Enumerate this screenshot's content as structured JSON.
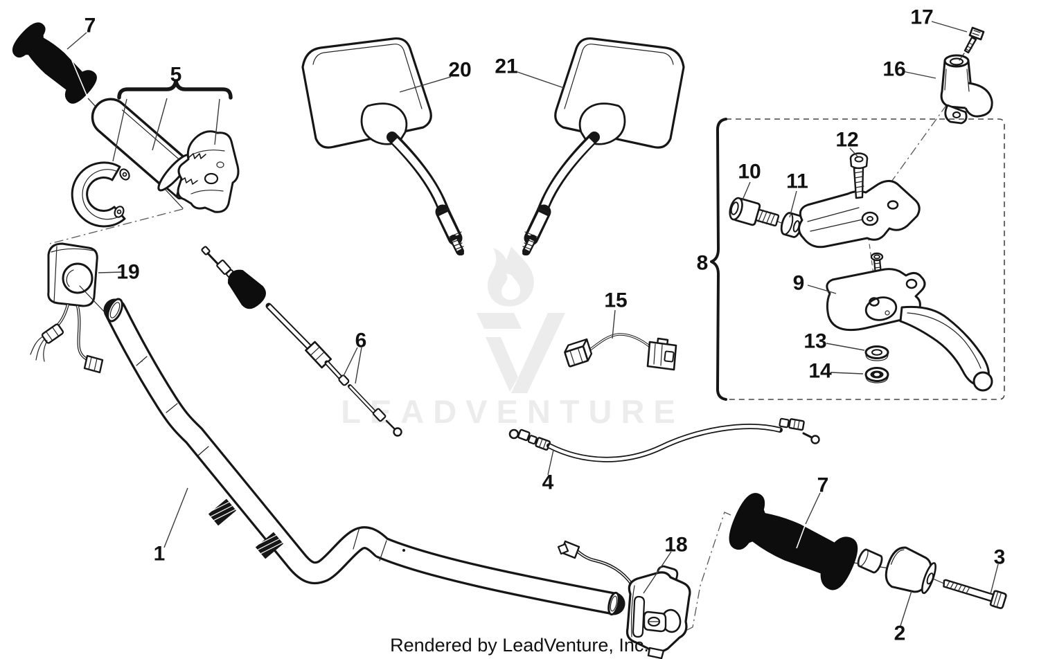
{
  "diagram": {
    "type": "exploded-parts-diagram",
    "subject": "handlebar-assembly"
  },
  "watermark": {
    "brand": "LEADVENTURE",
    "logo": "leadventure-flame-mark",
    "color": "#ececec"
  },
  "footer": {
    "credit": "Rendered by LeadVenture, Inc."
  },
  "colors": {
    "ink": "#161616",
    "background": "#ffffff",
    "watermark": "#ececec"
  },
  "callouts": [
    {
      "num": "7"
    },
    {
      "num": "5"
    },
    {
      "num": "20"
    },
    {
      "num": "21"
    },
    {
      "num": "17"
    },
    {
      "num": "16"
    },
    {
      "num": "12"
    },
    {
      "num": "10"
    },
    {
      "num": "11"
    },
    {
      "num": "8"
    },
    {
      "num": "9"
    },
    {
      "num": "19"
    },
    {
      "num": "13"
    },
    {
      "num": "14"
    },
    {
      "num": "15"
    },
    {
      "num": "6"
    },
    {
      "num": "4"
    },
    {
      "num": "1"
    },
    {
      "num": "18"
    },
    {
      "num": "7"
    },
    {
      "num": "2"
    },
    {
      "num": "3"
    }
  ]
}
